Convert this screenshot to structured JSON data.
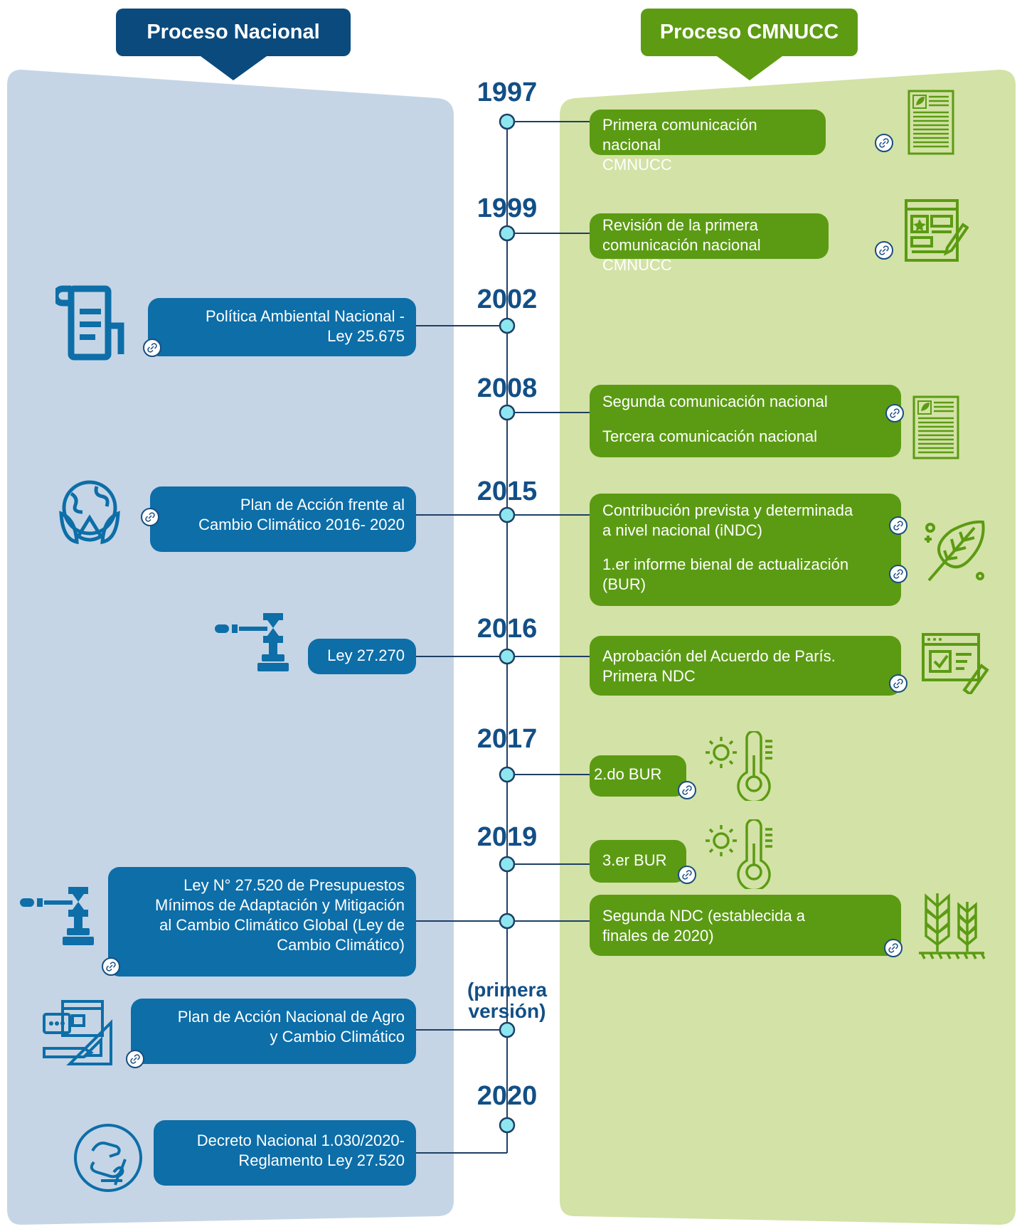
{
  "headers": {
    "national": "Proceso Nacional",
    "unfccc": "Proceso CMNUCC"
  },
  "colors": {
    "national_dark": "#0b4a7d",
    "national_box": "#0d6ea8",
    "national_panel": "#c5d5e6",
    "unfccc_dark": "#5d9b12",
    "unfccc_box": "#5b9b13",
    "unfccc_panel": "#d3e2a6",
    "year_text": "#124f86",
    "node_fill": "#8ee7f0"
  },
  "years": [
    "1997",
    "1999",
    "2002",
    "2008",
    "2015",
    "2016",
    "2017",
    "2019",
    "(primera versión)",
    "2020"
  ],
  "national": [
    {
      "lines": [
        "Política Ambiental Nacional -",
        "Ley 25.675"
      ],
      "icon": "scroll-document-icon"
    },
    {
      "lines": [
        "Plan de Acción frente al",
        "Cambio Climático 2016- 2020"
      ],
      "icon": "globe-leaves-icon"
    },
    {
      "lines": [
        "Ley 27.270"
      ],
      "icon": "gavel-icon"
    },
    {
      "lines": [
        "Ley N° 27.520 de Presupuestos",
        "Mínimos de Adaptación y Mitigación",
        "al Cambio Climático Global (Ley de",
        "Cambio Climático)"
      ],
      "icon": "gavel-icon"
    },
    {
      "lines": [
        "Plan de Acción Nacional de Agro",
        "y Cambio Climático"
      ],
      "icon": "planning-tools-icon"
    },
    {
      "lines": [
        "Decreto Nacional 1.030/2020-",
        "Reglamento Ley 27.520"
      ],
      "icon": "signing-hand-icon"
    }
  ],
  "unfccc": [
    {
      "lines": [
        "Primera comunicación nacional",
        "CMNUCC"
      ],
      "icon": "report-document-icon"
    },
    {
      "lines": [
        "Revisión de la primera",
        "comunicación nacional CMNUCC"
      ],
      "icon": "webpage-edit-icon"
    },
    {
      "lines": [
        "Segunda comunicación nacional",
        "Tercera comunicación nacional"
      ],
      "icon": "report-document-icon"
    },
    {
      "lines": [
        "Contribución prevista y determinada",
        "a nivel nacional (iNDC)",
        "1.er informe bienal de actualización",
        "(BUR)"
      ],
      "icon": "leaf-icon"
    },
    {
      "lines": [
        "Aprobación del Acuerdo de París.",
        "Primera NDC"
      ],
      "icon": "checklist-edit-icon"
    },
    {
      "lines": [
        "2.do BUR"
      ],
      "icon": "sun-thermometer-icon"
    },
    {
      "lines": [
        "3.er BUR"
      ],
      "icon": "sun-thermometer-icon"
    },
    {
      "lines": [
        "Segunda NDC (establecida a",
        "finales de 2020)"
      ],
      "icon": "wheat-icon"
    }
  ]
}
